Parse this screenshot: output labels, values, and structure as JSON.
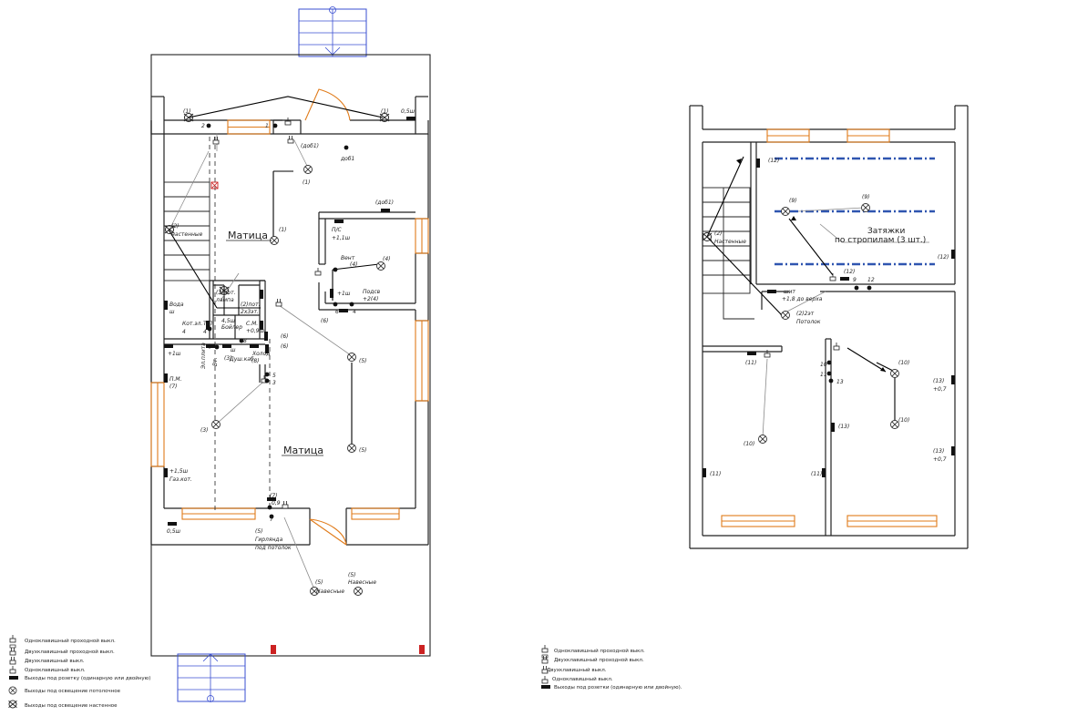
{
  "colors": {
    "wall": "#222222",
    "window": "#e07b1a",
    "stair_blue": "#3a4fd1",
    "beam_blue": "#2f55b0",
    "accent_red": "#cc2222",
    "wire": "#000000",
    "wire_gray": "#8a8a8a"
  },
  "plan1": {
    "stair_mark": "(5)",
    "labels": {
      "lamp_top_left": "(1)",
      "lamp_top_right": "(1)",
      "outlet_top_right": "0,5ш",
      "switch_2": "2",
      "switch_1": "1",
      "dop1_a": "(доб1)",
      "dop1_b": "доб1",
      "ceiling_1a": "(1)",
      "ceiling_1b": "(1)",
      "dop1_c": "(доб1)",
      "mattress_1": "Матица",
      "mattress_2": "Матица",
      "stairs_lamp": "(2)",
      "stairs_note": "настенные",
      "ps": "П/С",
      "ps_h": "+1,1ш",
      "vent": "Вент",
      "vent_n": "(4)",
      "lamp_4": "(4)",
      "wc_1": "+1ш",
      "podsv": "Подсв",
      "podsv_h": "+2(4)",
      "num_6a": "6",
      "num_4": "4",
      "num_6b": "(6)",
      "voda": "Вода",
      "voda_sh": "ш",
      "potol_3": "(3)пот.",
      "lampa_3": "лампа",
      "potol_2": "(2)пот.",
      "potol_2b": "2х3эт.",
      "kot_el": "Кот.эл.",
      "tp": "Т/П",
      "kot_num": "4",
      "kot_num2": "4",
      "boiler": "Бойлер",
      "boiler_h": "4,5ш",
      "sm": "С.М.",
      "sm_h": "+0,9ш",
      "num_8": "8",
      "num_6c": "(6)",
      "num_6d": "(6)",
      "left_1": "+1ш",
      "el_plita": "Эл.плита",
      "vtyazh": "Вт.",
      "num_3a": "(3)",
      "ash": "ш",
      "dush": "Душ.каб.",
      "xolod": "Холод",
      "num_8b": "(8)",
      "sw5": "5",
      "sw3": "3",
      "pm": "П.М.",
      "pm_7": "(7)",
      "lamp_3b": "(3)",
      "lamp_5a": "(5)",
      "lamp_5b": "(5)",
      "gaz_1": "+1,5ш",
      "gaz": "Газ.кот.",
      "out_7": "(7)",
      "out_09": "0,9",
      "out_7b": "7",
      "girl_5": "(5)",
      "girl": "Гирлянда",
      "girl2": "под потолок",
      "bottom_05": "0,5ш",
      "nav_5a": "(5)",
      "nav_5b": "(5)",
      "navesnye_a": "Навесные",
      "navesnye_b": "Навесные"
    }
  },
  "plan2": {
    "labels": {
      "beam_12": "(12)",
      "beam_9a": "(9)",
      "beam_9b": "(9)",
      "zatyazhki_1": "Затяжки",
      "zatyazhki_2": "по стропилам (3 шт.)",
      "right_12": "(12)",
      "sw_12": "(12)",
      "sw_9": "9",
      "sw_12b": "12",
      "shit": "шит",
      "shit_h": "+1,8 до верха",
      "stairs_2": "(2)",
      "nastennye": "Настенные",
      "potolok_2": "(2)2эт",
      "potolok": "Потолок",
      "out_11": "(11)",
      "sw_10a": "10",
      "sw_11": "11",
      "sw_13": "13",
      "lamp_10a": "(10)",
      "lamp_10b": "(10)",
      "lamp_10c": "(10)",
      "out_13a": "(13)",
      "out_13a_h": "+0,7",
      "out_13b": "(13)",
      "out_13c": "(13)",
      "out_13c_h": "+0,7",
      "out_11b": "(11)",
      "out_11c": "(11)"
    }
  },
  "legend1": [
    "Одноклавишный проходной выкл.",
    "Двухклавишный проходной выкл.",
    "Двухклавишный выкл.",
    "Одноклавишный выкл.",
    "Выходы под розетку (одинарную или двойную)",
    "Выходы под освещение потолочное",
    "Выходы под освещение настенное"
  ],
  "legend2": [
    "Одноклавишный проходной выкл.",
    "Двухклавишный проходной выкл.",
    "Двухклавишный выкл.",
    "Одноклавишный выкл.",
    "Выходы под розетки (одинарную или двойную)."
  ]
}
